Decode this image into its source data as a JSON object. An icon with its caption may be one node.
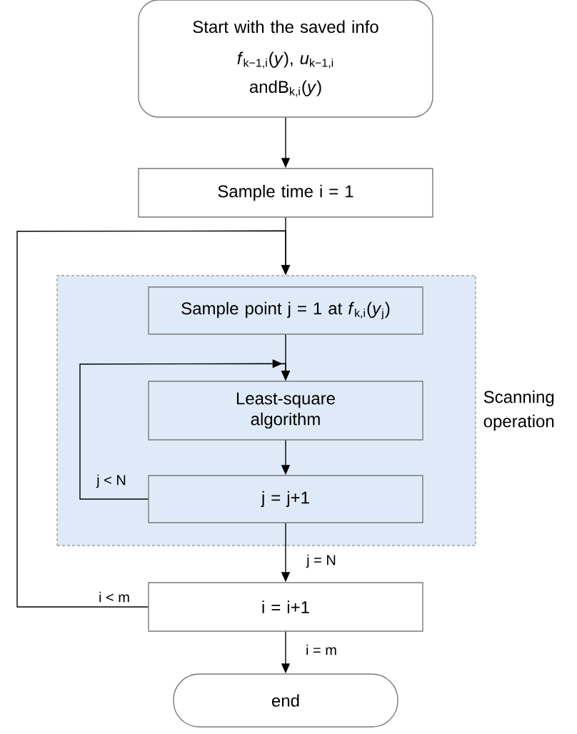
{
  "diagram": {
    "nodes": [
      {
        "text": [
          "Start with the saved info",
          "*f*$_{k−1,i}$(*y*), *u*$_{k−1,i}$ andB$_{k,i}$(*y*)"
        ]
      },
      {
        "text": [
          "Sample time i = 1"
        ]
      },
      {
        "text": [
          "Scanning operation"
        ]
      },
      {
        "text": [
          "Sample point j = 1 at *f*$_{k,i}$(*y*$_{j}$)"
        ],
        "in": 2
      },
      {
        "text": [
          "Least-square algorithm"
        ],
        "in": 2
      },
      {
        "text": [
          "j = j+1"
        ],
        "in": 2
      },
      {
        "text": [
          "i = i+1"
        ]
      },
      {
        "text": [
          "end"
        ]
      }
    ],
    "edges": [
      {
        "from": 0,
        "to": 1,
        "arrow": "to"
      },
      {
        "from": 1,
        "to": 2,
        "arrow": "to"
      },
      {
        "from": 3,
        "to": 4,
        "arrow": "to"
      },
      {
        "from": 4,
        "to": 5,
        "arrow": "to"
      },
      {
        "from": 5,
        "to": 4,
        "arrow": "to",
        "label": "j < N"
      },
      {
        "from": 5,
        "to": 6,
        "arrow": "to",
        "label": "j = N"
      },
      {
        "from": 6,
        "to": 2,
        "arrow": "to",
        "label": "i < m"
      },
      {
        "from": 6,
        "to": 7,
        "arrow": "to",
        "label": "i = m"
      }
    ]
  }
}
